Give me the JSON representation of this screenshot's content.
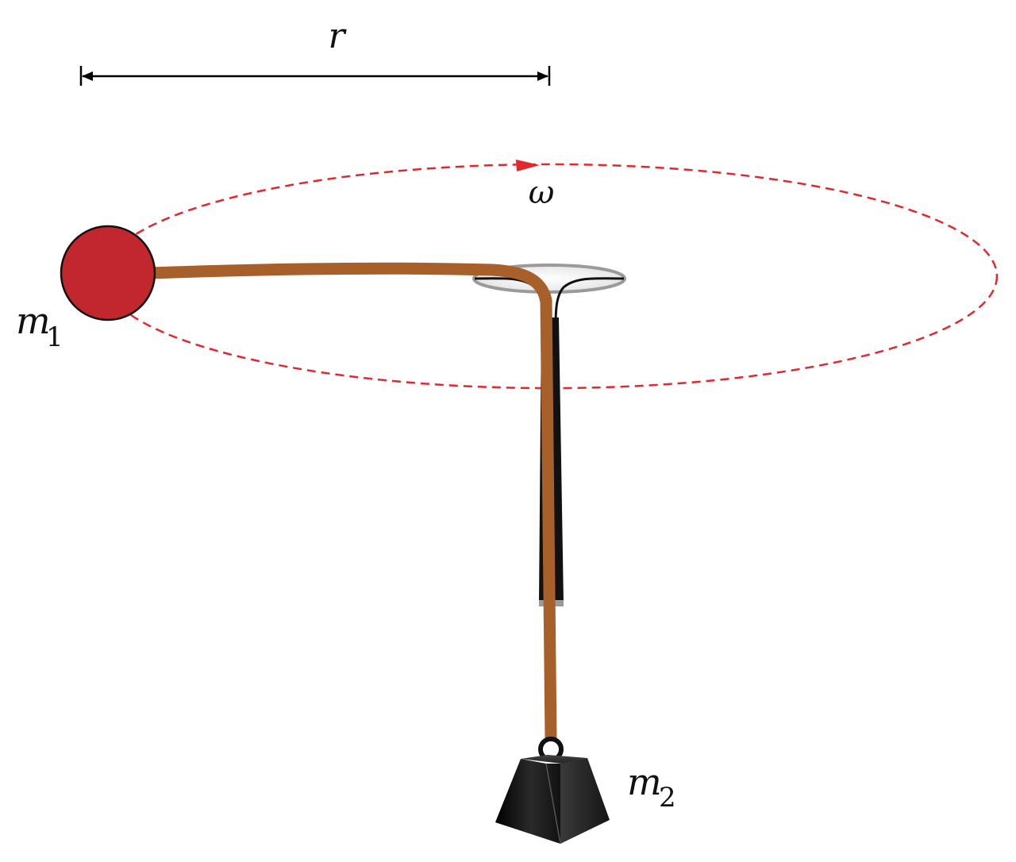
{
  "labels": {
    "radius": "r",
    "angular_velocity": "ω",
    "mass1_symbol": "m",
    "mass1_subscript": "1",
    "mass2_symbol": "m",
    "mass2_subscript": "2"
  },
  "colors": {
    "mass1_fill": "#c1272d",
    "string": "#a8602a",
    "orbit_path": "#e0282d",
    "tube": "#111111",
    "tube_rim": "#9a9a9a",
    "weight": "#1a1a1a",
    "dimension_arrow": "#000000"
  },
  "icons": {
    "mass1": "red-ball",
    "mass2": "iron-weight",
    "tube": "hollow-tube"
  }
}
